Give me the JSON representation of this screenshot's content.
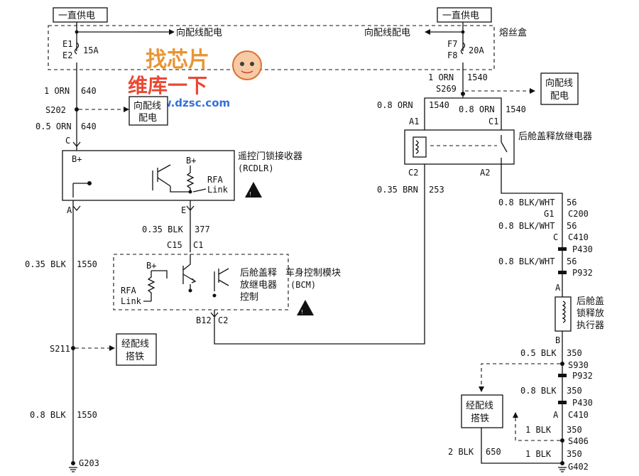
{
  "power_left": "一直供电",
  "power_right": "一直供电",
  "fuse_box": "熔丝盒",
  "to_dist_left": "向配线配电",
  "to_dist_right": "向配线配电",
  "fuse_left": {
    "top_pin": "E1",
    "bottom_pin": "E2",
    "rating": "15A"
  },
  "fuse_right": {
    "top_pin": "F7",
    "bottom_pin": "F8",
    "rating": "20A"
  },
  "watermark": {
    "logo": "找芯片",
    "slogan": "维库一下",
    "url": "www.dzsc.com"
  },
  "left_wires": {
    "w1": {
      "gauge": "1 ORN",
      "circuit": "640"
    },
    "splice_s202": "S202",
    "w2": {
      "gauge": "0.5 ORN",
      "circuit": "640"
    },
    "conn_c": "C",
    "w3_gauge": "0.35 BLK",
    "w3_circuit": "377",
    "w4_gauge": "0.35 BLK",
    "w4_circuit": "1550",
    "splice_s211": "S211",
    "w5_gauge": "0.8 BLK",
    "w5_circuit": "1550",
    "ground_g203": "G203"
  },
  "dist_box_left": [
    "向配线",
    "配电"
  ],
  "dist_box_right": [
    "向配线",
    "配电"
  ],
  "rcdlr": {
    "name": "遥控门锁接收器",
    "abbr": "(RCDLR)",
    "bplus_left": "B+",
    "bplus_right": "B+",
    "rfa": "RFA",
    "link": "Link",
    "pin_a": "A",
    "pin_e": "E"
  },
  "bcm": {
    "pin_c15": "C15",
    "pin_c1": "C1",
    "bplus": "B+",
    "rfa": "RFA",
    "link": "Link",
    "relay_ctrl": [
      "后舱盖释",
      "放继电器",
      "控制"
    ],
    "name": "车身控制模块",
    "abbr": "(BCM)",
    "pin_b12": "B12",
    "pin_c2": "C2"
  },
  "ground_box_1": [
    "经配线",
    "搭铁"
  ],
  "ground_box_2": [
    "经配线",
    "搭铁"
  ],
  "right_wires": {
    "w1_gauge": "1 ORN",
    "w1_circuit": "1540",
    "splice_s269": "S269",
    "w_left_gauge": "0.8 ORN",
    "w_left_circuit": "1540",
    "w_right_gauge": "0.8 ORN",
    "w_right_circuit": "1540",
    "relay_a1": "A1",
    "relay_c1": "C1",
    "relay_name": "后舱盖释放继电器",
    "relay_c2": "C2",
    "relay_a2": "A2",
    "brn_gauge": "0.35 BRN",
    "brn_circuit": "253",
    "bw1_gauge": "0.8 BLK/WHT",
    "bw1_circuit": "56",
    "g1": "G1",
    "c200": "C200",
    "bw2_gauge": "0.8 BLK/WHT",
    "bw2_circuit": "56",
    "c_pin": "C",
    "c410": "C410",
    "p430": "P430",
    "bw3_gauge": "0.8 BLK/WHT",
    "bw3_circuit": "56",
    "p932": "P932",
    "actuator_a": "A",
    "actuator_name": [
      "后舱盖",
      "锁释放",
      "执行器"
    ],
    "actuator_b": "B",
    "b1_gauge": "0.5 BLK",
    "b1_circuit": "350",
    "s930": "S930",
    "p932b": "P932",
    "b2_gauge": "0.8 BLK",
    "b2_circuit": "350",
    "p430b": "P430",
    "a_pin": "A",
    "c410b": "C410",
    "b3_gauge": "1 BLK",
    "b3_circuit": "350",
    "s406": "S406",
    "g_gauge": "2 BLK",
    "g_circuit": "650",
    "b4_gauge": "1 BLK",
    "b4_circuit": "350",
    "g402": "G402"
  }
}
